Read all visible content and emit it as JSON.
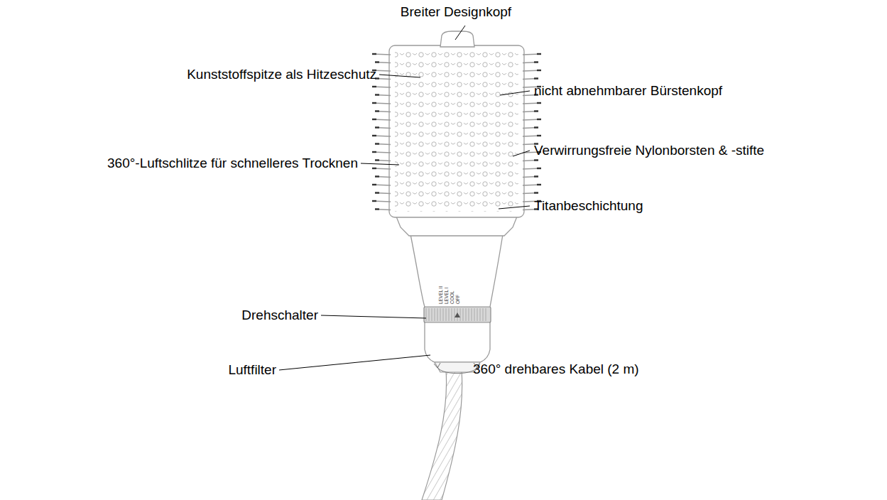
{
  "diagram": {
    "labels": [
      "Breiter Designkopf",
      "Kunststoffspitze als Hitzeschutz",
      "nicht abnehmbarer Bürstenkopf",
      "360°-Luftschlitze für schnelleres Trocknen",
      "Verwirrungsfreie Nylonborsten & -stifte",
      "Titanbeschichtung",
      "Drehschalter",
      "Luftfilter",
      "360° drehbares Kabel (2 m)",
      "LEVEL II",
      "LEVEL I",
      "COOL",
      "OFF"
    ]
  }
}
